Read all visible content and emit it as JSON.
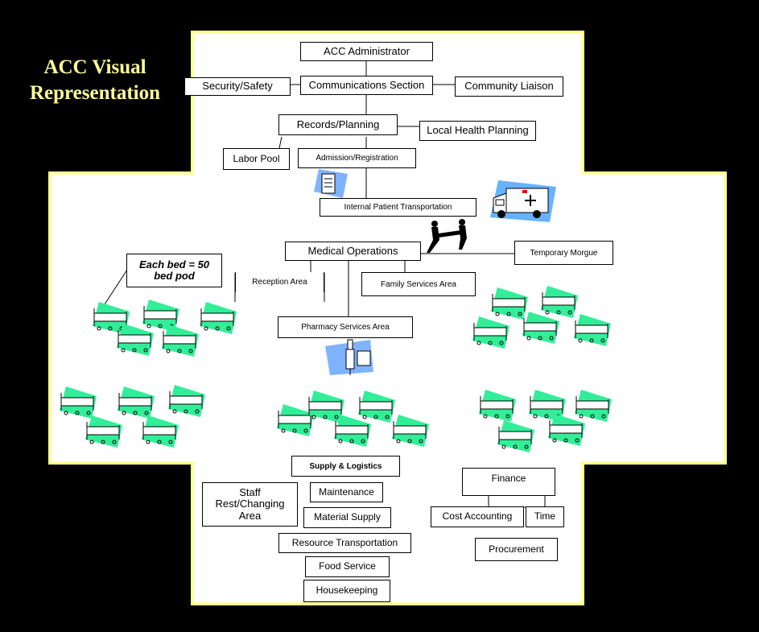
{
  "title": "ACC Visual Representation",
  "title_line1": "ACC Visual",
  "title_line2": "Representation",
  "colors": {
    "background": "#000000",
    "cross_border": "#ffff99",
    "cross_fill": "#ffffff",
    "bed_accent": "#33ee99",
    "title": "#ffff99"
  },
  "boxes": {
    "acc_admin": "ACC Administrator",
    "security": "Security/Safety",
    "communications": "Communications Section",
    "community": "Community Liaison",
    "records": "Records/Planning",
    "local_health": "Local Health Planning",
    "labor_pool": "Labor Pool",
    "admission": "Admission/Registration",
    "internal_transport": "Internal Patient Transportation",
    "medical_ops": "Medical Operations",
    "temp_morgue": "Temporary Morgue",
    "bed_note": "Each bed = 50 bed pod",
    "reception": "Reception Area",
    "family": "Family Services Area",
    "pharmacy": "Pharmacy Services Area",
    "supply": "Supply & Logistics",
    "staff_rest": "Staff Rest/Changing Area",
    "maintenance": "Maintenance",
    "material_supply": "Material Supply",
    "resource_transport": "Resource Transportation",
    "food_service": "Food Service",
    "housekeeping": "Housekeeping",
    "finance": "Finance",
    "cost_accounting": "Cost Accounting",
    "time": "Time",
    "procurement": "Procurement"
  },
  "icons": [
    "clipboard-icon",
    "ambulance-icon",
    "stretcher-bearers-icon",
    "iv-pump-icon",
    "hospital-bed-icon"
  ]
}
